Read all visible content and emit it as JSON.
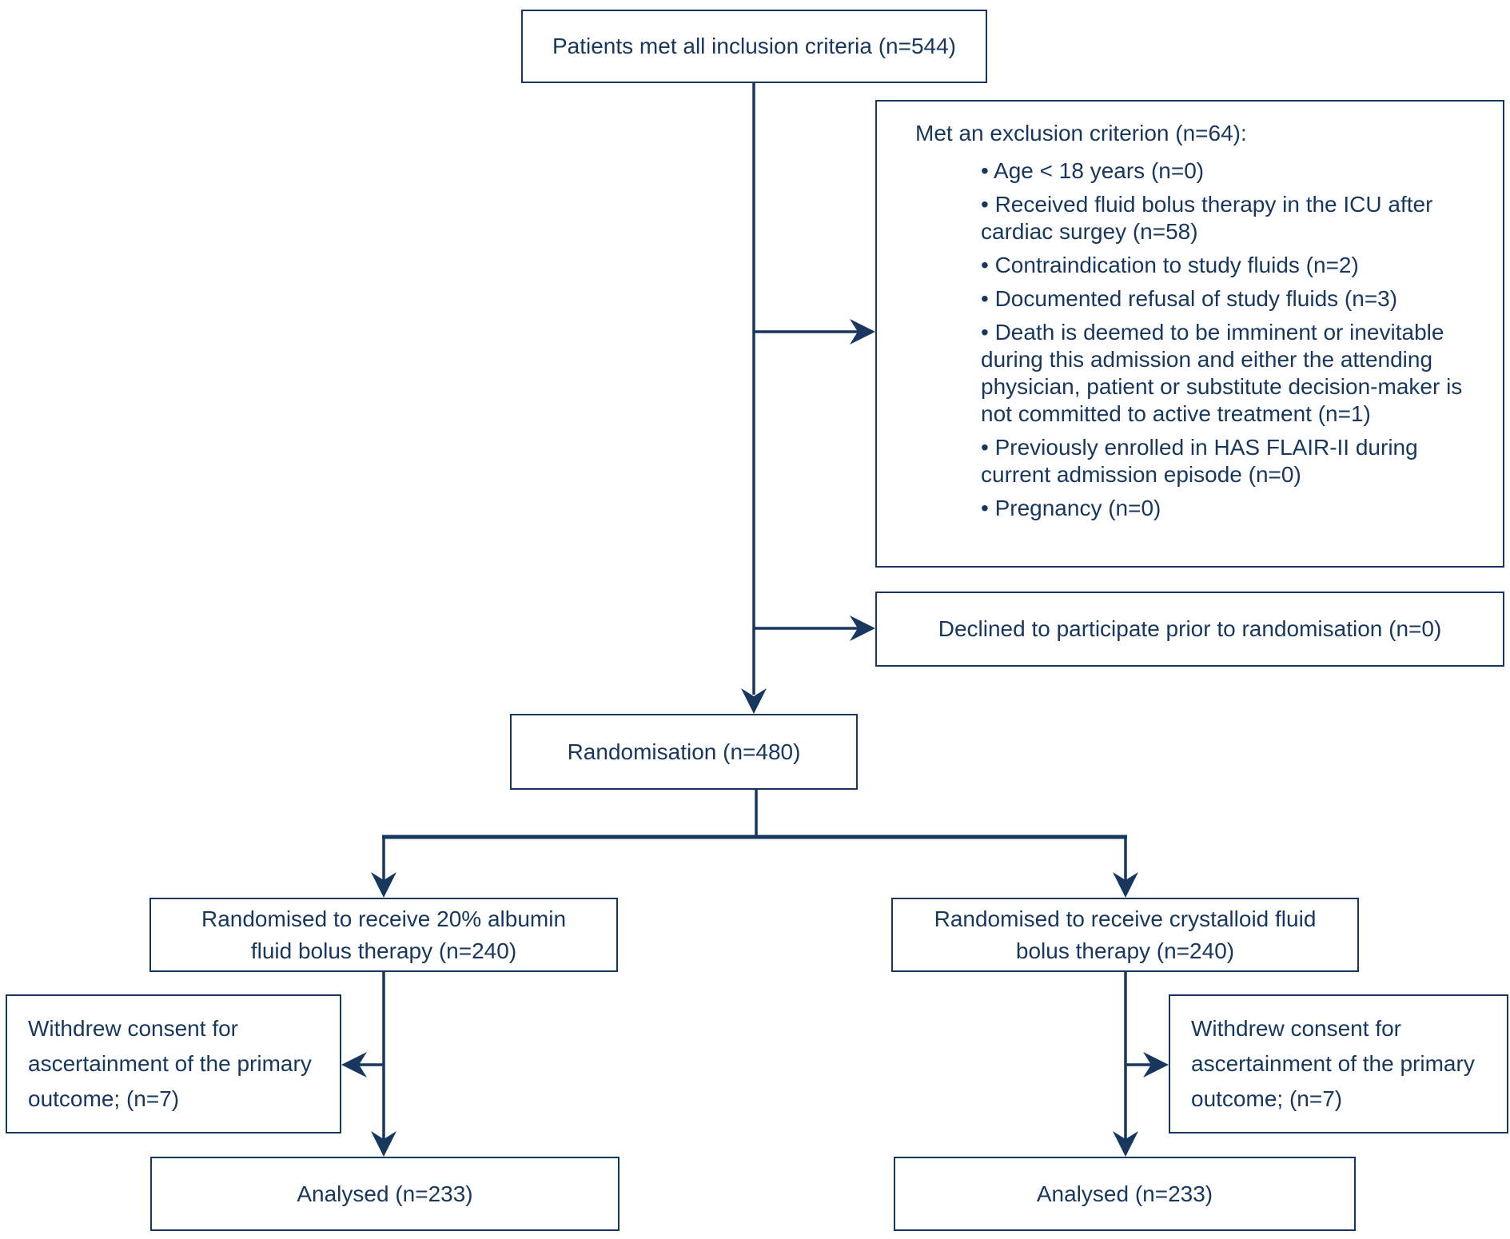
{
  "palette": {
    "accent_navy": "#17375E",
    "background": "#FFFFFF"
  },
  "flow": {
    "inclusion": {
      "text": "Patients met all inclusion criteria (n=544)"
    },
    "exclusion": {
      "title": "Met an exclusion criterion (n=64):",
      "items": [
        "• Age < 18 years (n=0)",
        "• Received fluid bolus therapy in the ICU after cardiac surgey (n=58)",
        "• Contraindication to study fluids (n=2)",
        "• Documented refusal of study fluids (n=3)",
        "• Death is deemed to be imminent or inevitable during this admission and either the attending physician, patient or substitute decision-maker is not committed to active treatment (n=1)",
        "• Previously enrolled in HAS FLAIR-II during current admission episode (n=0)",
        "• Pregnancy (n=0)"
      ]
    },
    "declined": {
      "text": "Declined to participate prior to randomisation (n=0)"
    },
    "randomisation": {
      "text": "Randomisation (n=480)"
    },
    "albumin_arm": {
      "line1": "Randomised to receive 20% albumin",
      "line2": "fluid bolus therapy (n=240)"
    },
    "crystalloid_arm": {
      "line1": "Randomised to receive crystalloid fluid",
      "line2": "bolus therapy (n=240)"
    },
    "withdrew_left": {
      "line1": "Withdrew consent for",
      "line2": "ascertainment of the primary",
      "line3": "outcome; (n=7)"
    },
    "withdrew_right": {
      "line1": "Withdrew consent for",
      "line2": "ascertainment of the primary",
      "line3": "outcome; (n=7)"
    },
    "analysed_left": {
      "text": "Analysed (n=233)"
    },
    "analysed_right": {
      "text": "Analysed (n=233)"
    }
  }
}
